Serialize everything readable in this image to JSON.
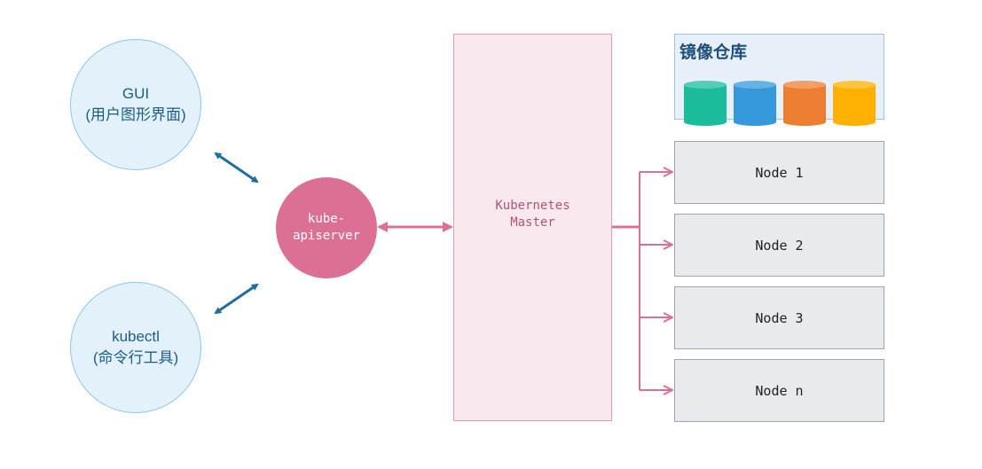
{
  "gui": {
    "line1": "GUI",
    "line2": "(用户图形界面)"
  },
  "kubectl": {
    "line1": "kubectl",
    "line2": "(命令行工具)"
  },
  "apiserver": {
    "line1": "kube-",
    "line2": "apiserver"
  },
  "master": {
    "line1": "Kubernetes",
    "line2": "Master"
  },
  "registry": {
    "title": "镜像仓库",
    "cylinder_colors": [
      "#1abc9c",
      "#3498db",
      "#ed7d31",
      "#ffb000"
    ]
  },
  "nodes": [
    {
      "label": "Node 1"
    },
    {
      "label": "Node 2"
    },
    {
      "label": "Node 3"
    },
    {
      "label": "Node n"
    }
  ],
  "colors": {
    "client_arrow": "#1f6e9c",
    "master_arrow": "#dc7094"
  }
}
